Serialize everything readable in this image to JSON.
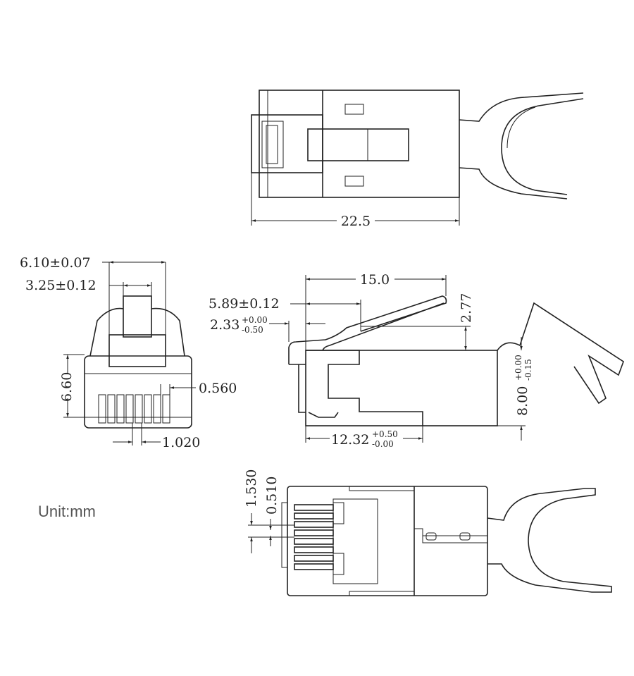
{
  "unit_label": "Unit:mm",
  "top_view": {
    "length": "22.5"
  },
  "front_view": {
    "width_overall": "6.10±0.07",
    "latch_width": "3.25±0.12",
    "height": "6.60",
    "contact_width": "0.560",
    "contact_pitch": "1.020"
  },
  "side_view": {
    "latch_length": "15.0",
    "latch_offset": "5.89±0.12",
    "nose": {
      "value": "2.33",
      "tol_plus": "+0.00",
      "tol_minus": "-0.50"
    },
    "latch_height": "2.77",
    "body_height": {
      "value": "8.00",
      "tol_plus": "+0.00",
      "tol_minus": "-0.15"
    },
    "body_length": {
      "value": "12.32",
      "tol_plus": "+0.50",
      "tol_minus": "-0.00"
    }
  },
  "bottom_view": {
    "pitch": "1.530",
    "contact": "0.510"
  }
}
